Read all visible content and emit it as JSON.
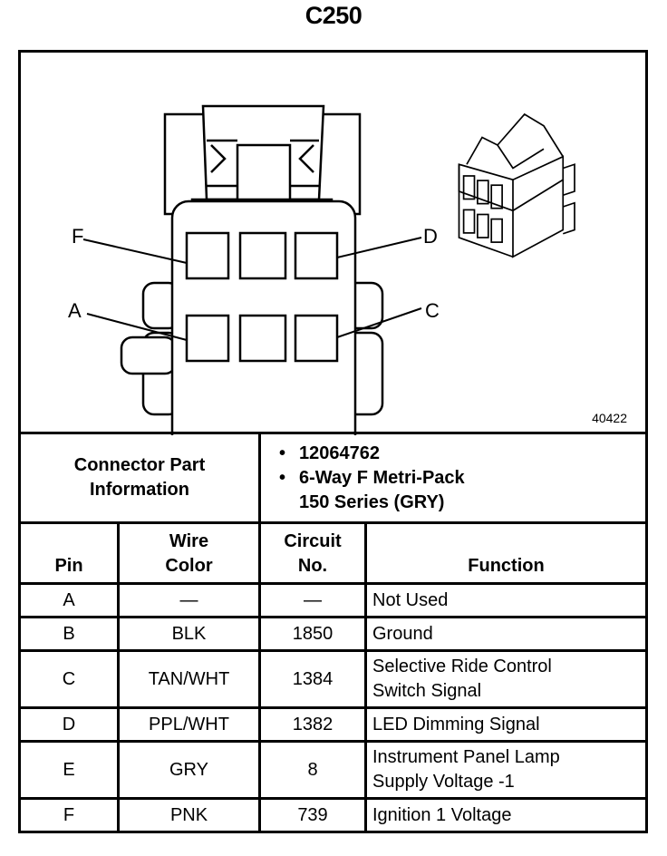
{
  "title": "C250",
  "diagram": {
    "figure_number": "40422",
    "pin_labels": {
      "F": "F",
      "D": "D",
      "A": "A",
      "C": "C"
    }
  },
  "part_info": {
    "label_line1": "Connector Part",
    "label_line2": "Information",
    "part_number": "12064762",
    "description_line1": "6-Way F Metri-Pack",
    "description_line2": "150 Series (GRY)",
    "bullet": "•"
  },
  "table": {
    "headers": {
      "pin": "Pin",
      "wire_color_1": "Wire",
      "wire_color_2": "Color",
      "circuit_1": "Circuit",
      "circuit_2": "No.",
      "function": "Function"
    },
    "rows": [
      {
        "pin": "A",
        "wire": "—",
        "circuit": "—",
        "function_1": "Not Used",
        "function_2": ""
      },
      {
        "pin": "B",
        "wire": "BLK",
        "circuit": "1850",
        "function_1": "Ground",
        "function_2": ""
      },
      {
        "pin": "C",
        "wire": "TAN/WHT",
        "circuit": "1384",
        "function_1": "Selective Ride Control",
        "function_2": "Switch Signal"
      },
      {
        "pin": "D",
        "wire": "PPL/WHT",
        "circuit": "1382",
        "function_1": "LED Dimming Signal",
        "function_2": ""
      },
      {
        "pin": "E",
        "wire": "GRY",
        "circuit": "8",
        "function_1": "Instrument Panel Lamp",
        "function_2": "Supply Voltage -1"
      },
      {
        "pin": "F",
        "wire": "PNK",
        "circuit": "739",
        "function_1": "Ignition 1 Voltage",
        "function_2": ""
      }
    ]
  }
}
